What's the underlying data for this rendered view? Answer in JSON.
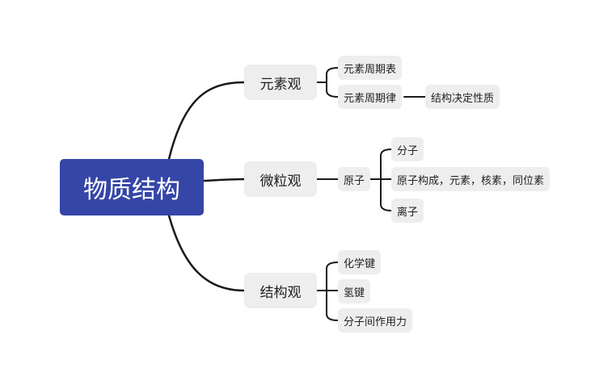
{
  "root": {
    "label": "物质结构"
  },
  "branches": [
    {
      "label": "元素观",
      "children": [
        {
          "label": "元素周期表"
        },
        {
          "label": "元素周期律",
          "child": {
            "label": "结构决定性质"
          }
        }
      ]
    },
    {
      "label": "微粒观",
      "children": [
        {
          "label": "原子",
          "children": [
            {
              "label": "分子"
            },
            {
              "label": "原子构成，元素，核素，同位素"
            },
            {
              "label": "离子"
            }
          ]
        }
      ]
    },
    {
      "label": "结构观",
      "children": [
        {
          "label": "化学键"
        },
        {
          "label": "氢键"
        },
        {
          "label": "分子间作用力"
        }
      ]
    }
  ],
  "colors": {
    "root_fill": "#3546a7",
    "node_fill": "#eeeeee",
    "line": "#1a1a1a"
  }
}
